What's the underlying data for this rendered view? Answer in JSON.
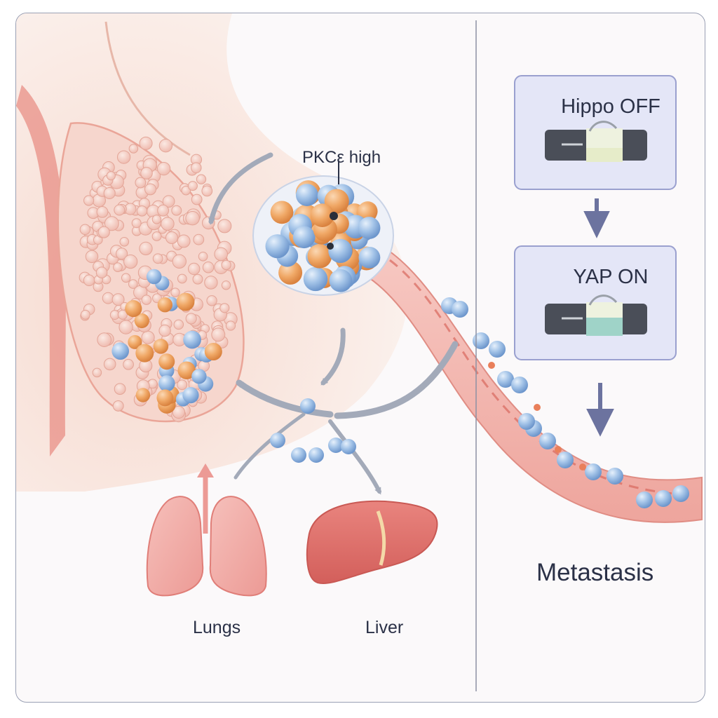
{
  "labels": {
    "pkc": "PKCε high",
    "lungs": "Lungs",
    "liver": "Liver",
    "metastasis": "Metastasis"
  },
  "boxes": {
    "hippo": "Hippo OFF",
    "yap": "YAP ON"
  },
  "icons": {
    "breast": "breast-tissue-illustration",
    "tumor": "tumor-cluster-icon",
    "vessel": "blood-vessel-icon",
    "lungs": "lungs-icon",
    "liver": "liver-icon",
    "switch": "switch-icon",
    "arrow": "arrow-icon"
  },
  "colors": {
    "skin": "#f6dcd3",
    "tissue_cell": "#f2c2b8",
    "cell_blue": "#8fb6e0",
    "cell_orange": "#eea56a",
    "vessel": "#f0b1aa",
    "lung": "#f2a4a0",
    "liver": "#e27571",
    "box_fill": "#e4e6f7",
    "box_border": "#9aa0cf",
    "arrow_gray": "#a3aab9",
    "arrow_blue": "#6c739f",
    "text": "#2b3147"
  }
}
